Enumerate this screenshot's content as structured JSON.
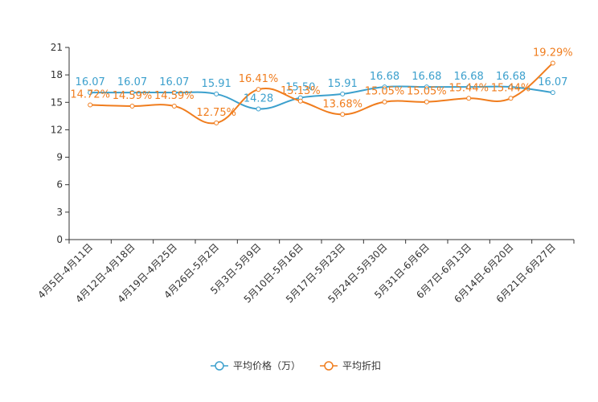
{
  "chart_data": {
    "type": "line",
    "categories": [
      "4月5日-4月11日",
      "4月12日-4月18日",
      "4月19日-4月25日",
      "4月26日-5月2日",
      "5月3日-5月9日",
      "5月10日-5月16日",
      "5月17日-5月23日",
      "5月24日-5月30日",
      "5月31日-6月6日",
      "6月7日-6月13日",
      "6月14日-6月20日",
      "6月21日-6月27日"
    ],
    "series": [
      {
        "name": "平均价格（万）",
        "color": "#3ca0cd",
        "values": [
          16.07,
          16.07,
          16.07,
          15.91,
          14.28,
          15.5,
          15.91,
          16.68,
          16.68,
          16.68,
          16.68,
          16.07
        ],
        "labels": [
          "16.07",
          "16.07",
          "16.07",
          "15.91",
          "14.28",
          "15.50",
          "15.91",
          "16.68",
          "16.68",
          "16.68",
          "16.68",
          "16.07"
        ]
      },
      {
        "name": "平均折扣",
        "color": "#f07d1e",
        "values": [
          14.72,
          14.59,
          14.59,
          12.75,
          16.41,
          15.13,
          13.68,
          15.05,
          15.05,
          15.44,
          15.44,
          19.29
        ],
        "labels": [
          "14.72%",
          "14.59%",
          "14.59%",
          "12.75%",
          "16.41%",
          "15.13%",
          "13.68%",
          "15.05%",
          "15.05%",
          "15.44%",
          "15.44%",
          "19.29%"
        ]
      }
    ],
    "ylim": [
      0,
      21
    ],
    "yticks": [
      0,
      3,
      6,
      9,
      12,
      15,
      18,
      21
    ],
    "grid": false,
    "legend_position": "bottom-center",
    "title": "",
    "xlabel": "",
    "ylabel": ""
  }
}
